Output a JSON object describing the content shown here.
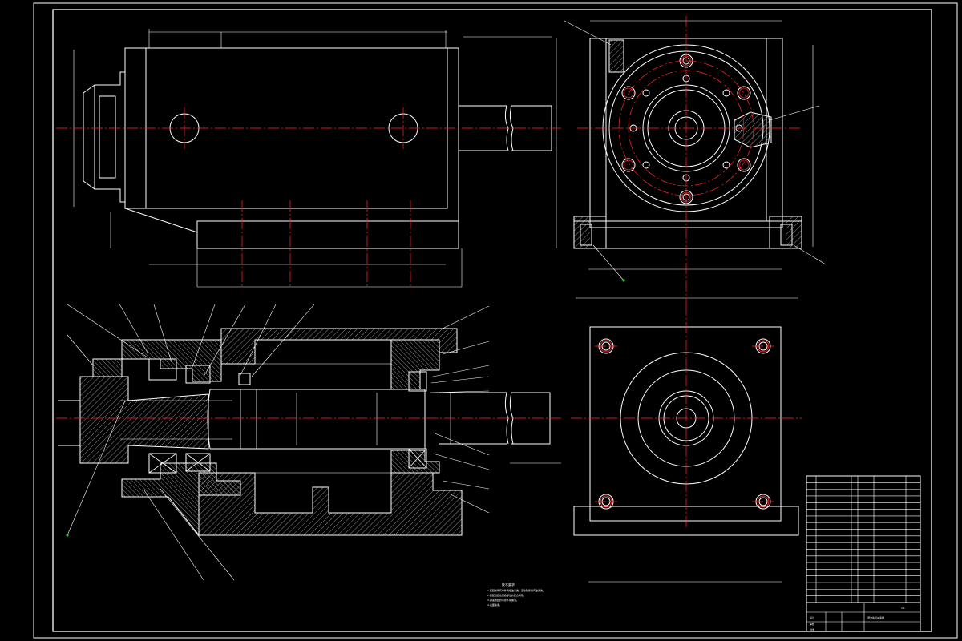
{
  "colors": {
    "background": "#000000",
    "outline": "#ffffff",
    "centerline": "#ff2a2a",
    "hatch": "#cfcfcf",
    "leader_dot": "#27c23a"
  },
  "notes": {
    "heading": "技术要求",
    "lines": [
      "1.装配前所有零件用煤油清洗，滚动轴承用汽油清洗。",
      "2.装配后应检查各部位的配合间隙。",
      "3.减速器密封可靠不得漏油。",
      "4.表面涂漆。"
    ]
  },
  "title_block": {
    "name": "谐波齿轮减速器",
    "drawing_no": "",
    "scale": "1:1",
    "designer": "设计",
    "checker": "审核",
    "approver": "批准"
  },
  "parts_list_rows": 19
}
